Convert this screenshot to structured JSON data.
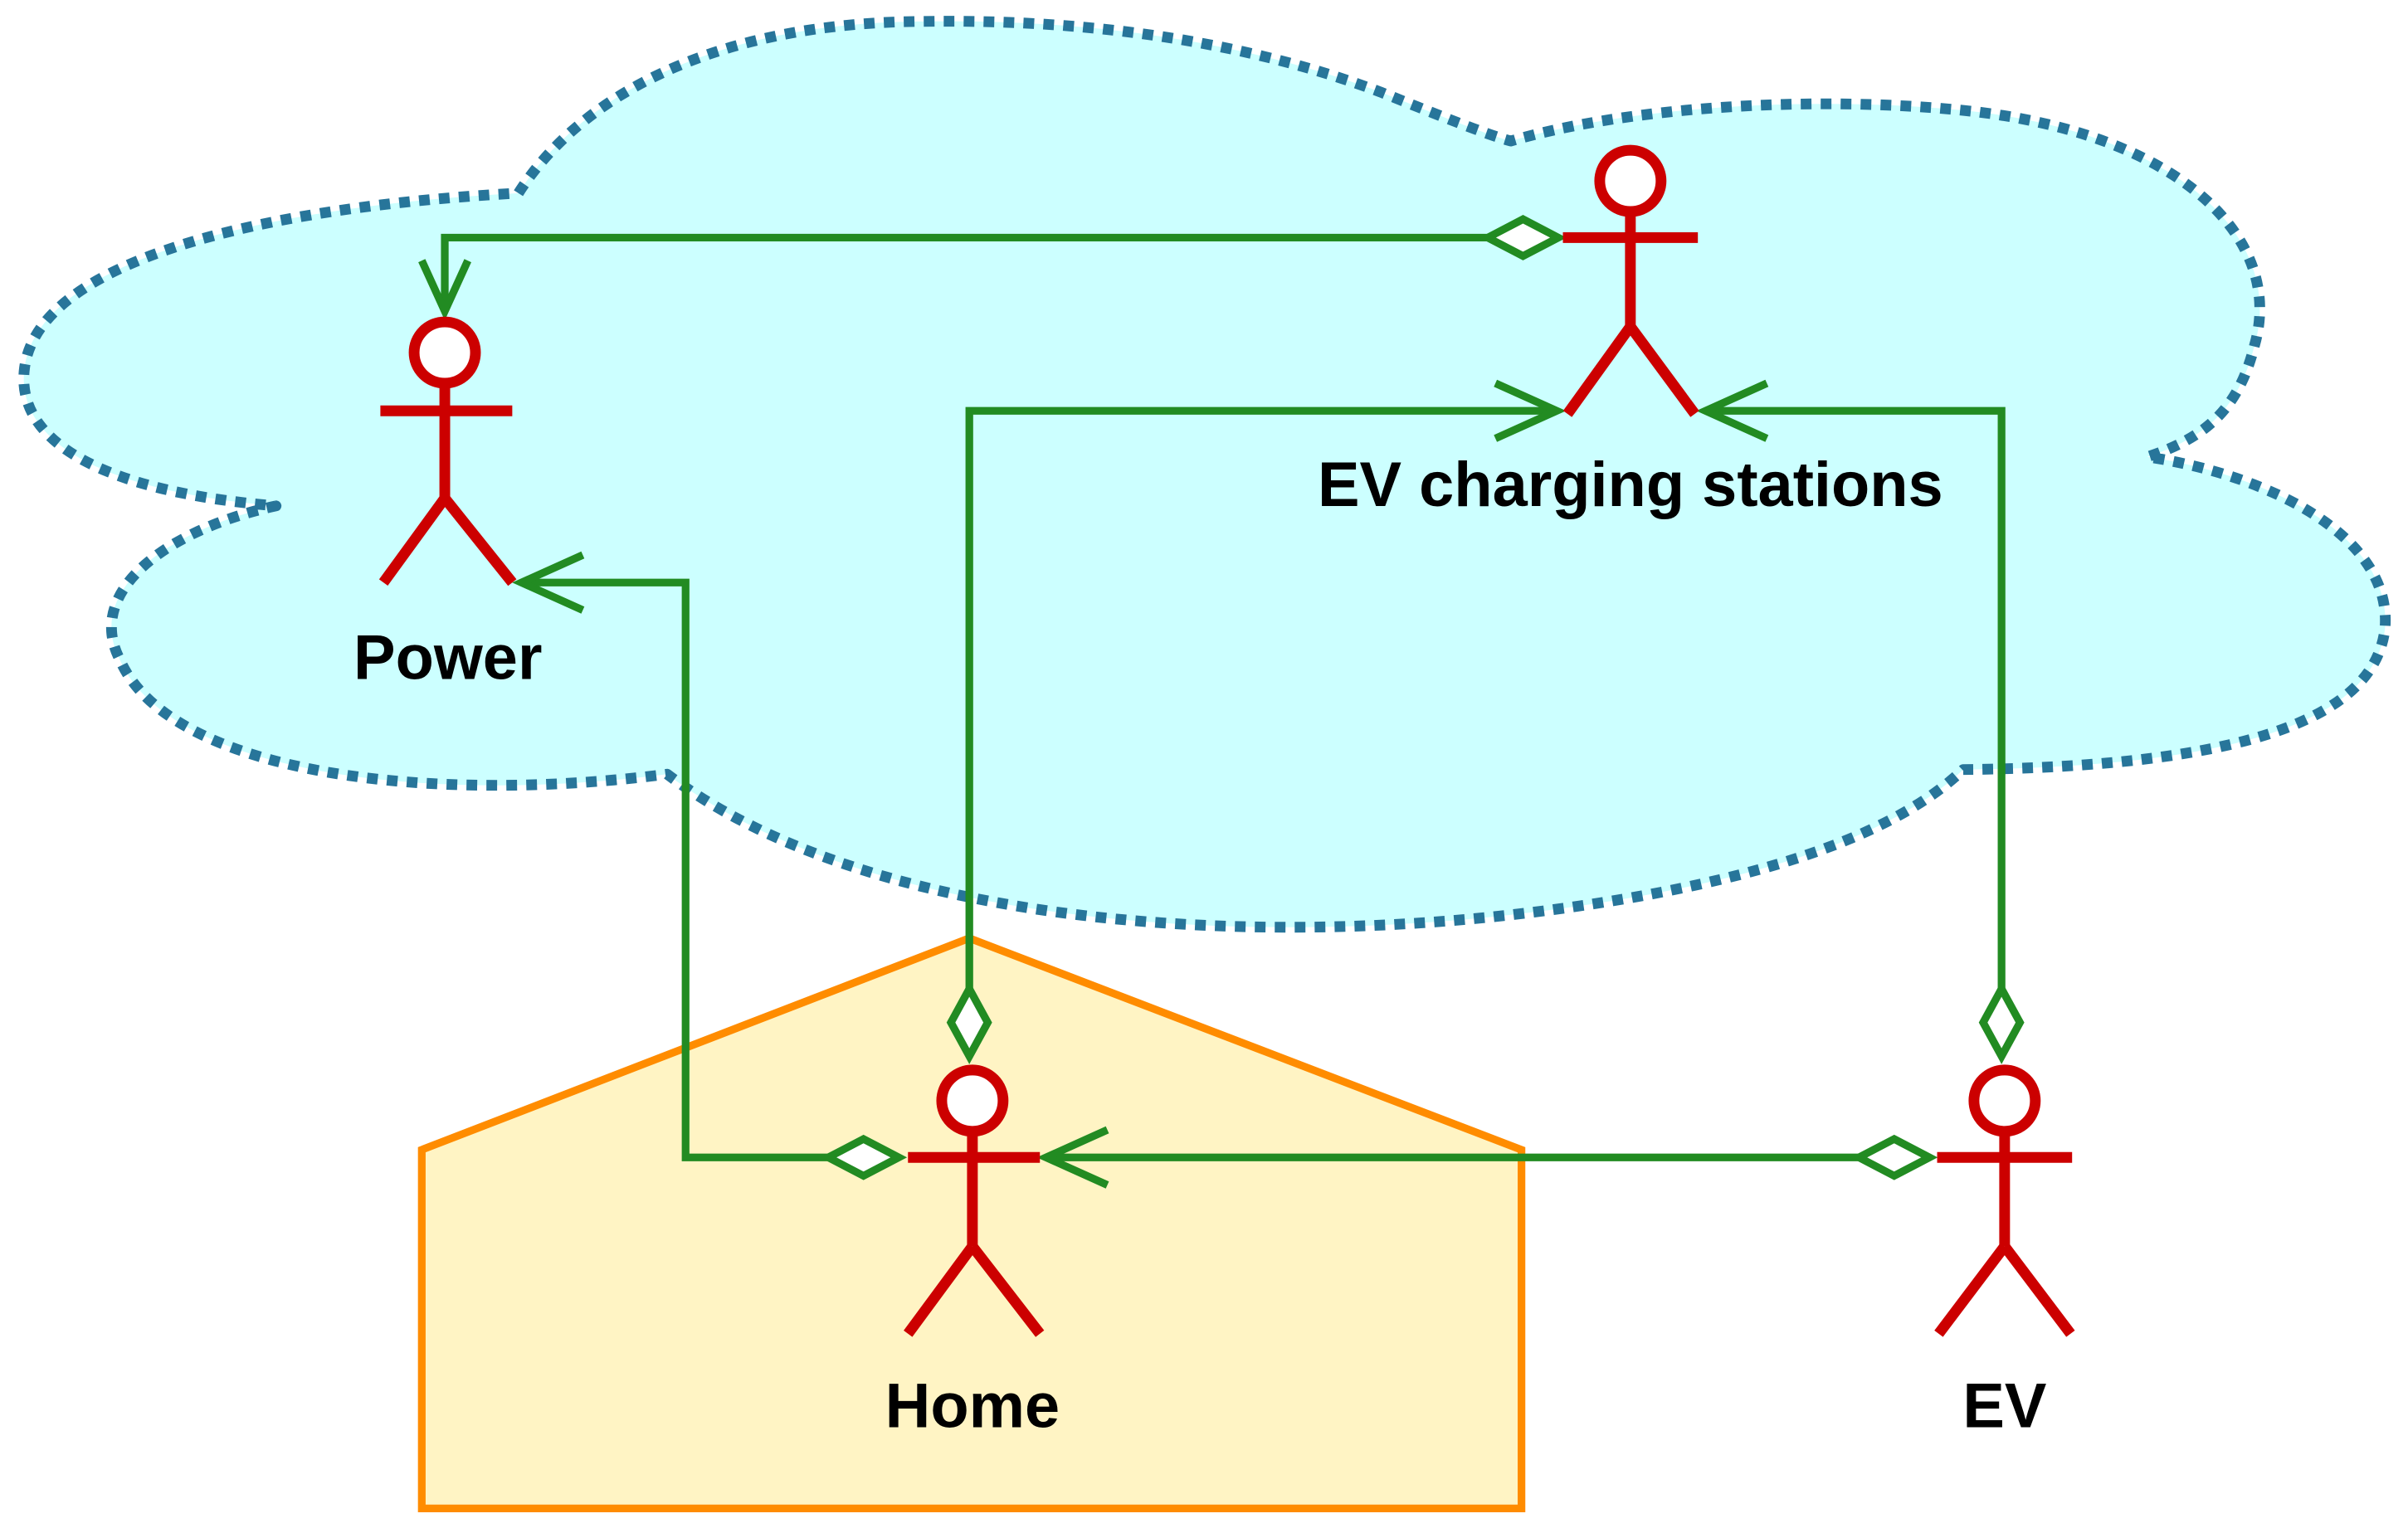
{
  "colors": {
    "cloud_fill": "#ccffff",
    "cloud_stroke": "#27759a",
    "house_fill": "#fff4c4",
    "house_stroke": "#ff8c00",
    "actor": "#cc0000",
    "relation": "#228b22",
    "label": "#000000"
  },
  "actors": {
    "power": {
      "label": "Power"
    },
    "ev_charging_stations": {
      "label": "EV charging stations"
    },
    "home": {
      "label": "Home"
    },
    "ev": {
      "label": "EV"
    }
  },
  "relations": [
    {
      "from": "EV charging stations",
      "to": "Power",
      "source_end": "aggregation-diamond",
      "target_end": "open-arrow"
    },
    {
      "from": "Home",
      "to": "Power",
      "source_end": "aggregation-diamond",
      "target_end": "open-arrow"
    },
    {
      "from": "Home",
      "to": "EV charging stations",
      "source_end": "aggregation-diamond",
      "target_end": "open-arrow"
    },
    {
      "from": "EV",
      "to": "EV charging stations",
      "source_end": "aggregation-diamond",
      "target_end": "open-arrow"
    },
    {
      "from": "EV",
      "to": "Home",
      "source_end": "aggregation-diamond",
      "target_end": "open-arrow"
    }
  ]
}
